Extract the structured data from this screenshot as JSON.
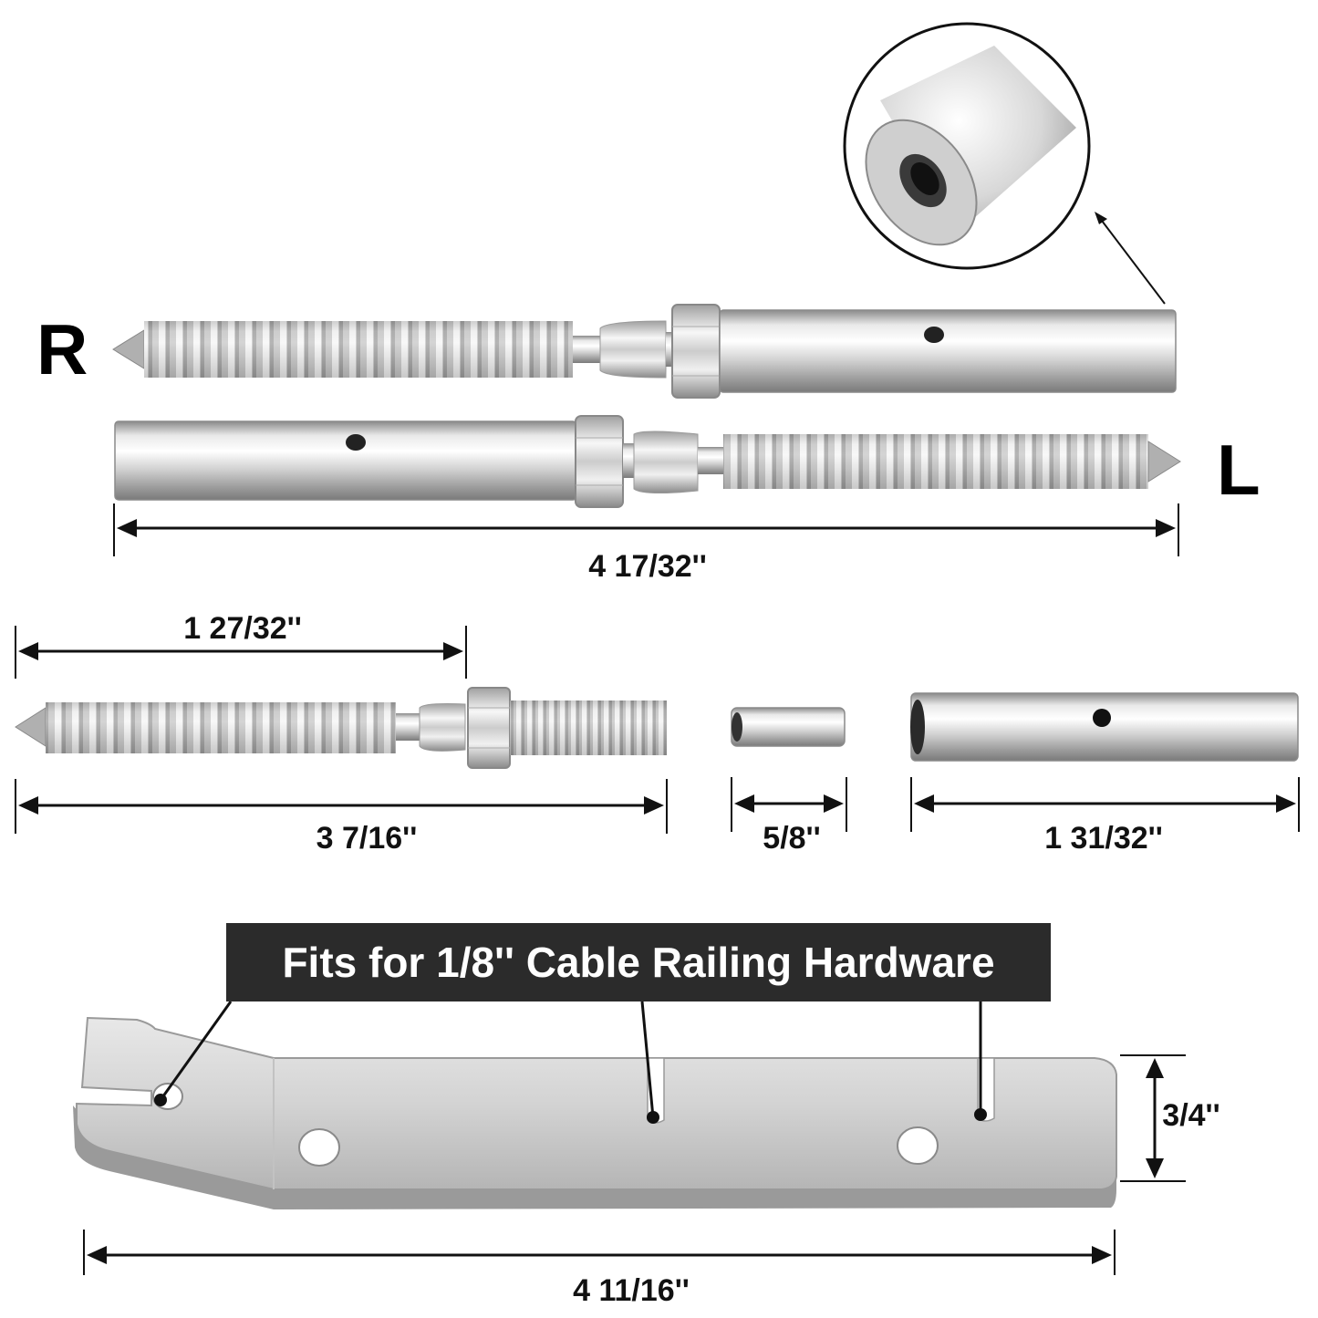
{
  "labels": {
    "right": "R",
    "left": "L"
  },
  "dimensions": {
    "assembly_length": "4 17/32''",
    "thread_length": "1 27/32''",
    "lag_screw_length": "3 7/16''",
    "sleeve_length": "5/8''",
    "tube_length": "1 31/32''",
    "tool_width": "3/4''",
    "tool_length": "4 11/16''"
  },
  "banner": {
    "text": "Fits for 1/8'' Cable Railing Hardware"
  },
  "colors": {
    "banner_bg": "#2b2b2b",
    "banner_text": "#ffffff",
    "steel_light": "#f2f2f2",
    "steel_dark": "#8e8e8e",
    "line": "#111111"
  },
  "icons": {
    "detail_callout": "magnifier-circle-icon",
    "arrows": "dimension-arrow-icon"
  }
}
